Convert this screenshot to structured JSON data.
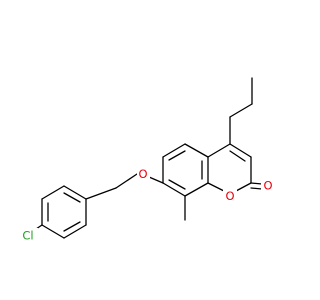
{
  "molecule": {
    "atom_labels": {
      "chlorine": "Cl",
      "ether_oxygen": "O",
      "ring_oxygen": "O",
      "carbonyl_oxygen": "O"
    },
    "colors": {
      "bond": "#000000",
      "chlorine": "#1fa01f",
      "oxygen": "#e8000b"
    }
  }
}
